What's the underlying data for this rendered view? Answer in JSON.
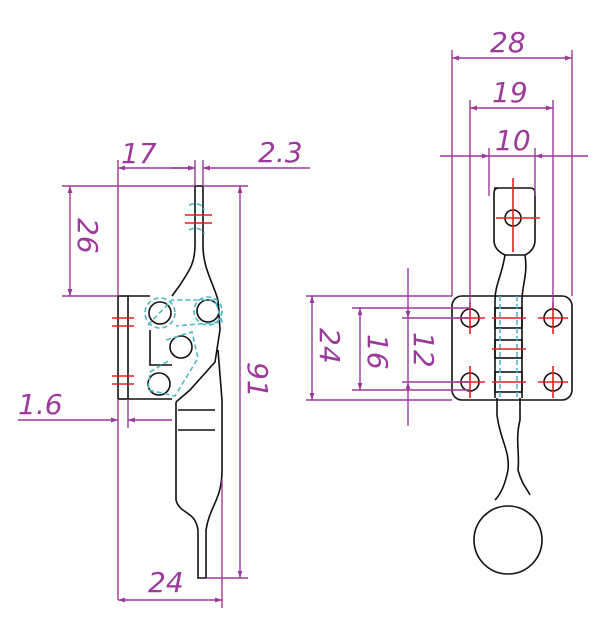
{
  "colors": {
    "dimension": "#9b3a9b",
    "outline": "#111111",
    "hidden": "#4db8c8",
    "centerline": "#e02020",
    "background": "#ffffff"
  },
  "side_view": {
    "dims": {
      "d17": "17",
      "d2_3": "2.3",
      "d26": "26",
      "d91": "91",
      "d1_6": "1.6",
      "d24": "24"
    }
  },
  "front_view": {
    "dims": {
      "d28": "28",
      "d19": "19",
      "d10": "10",
      "d24": "24",
      "d16": "16",
      "d12": "12"
    }
  }
}
